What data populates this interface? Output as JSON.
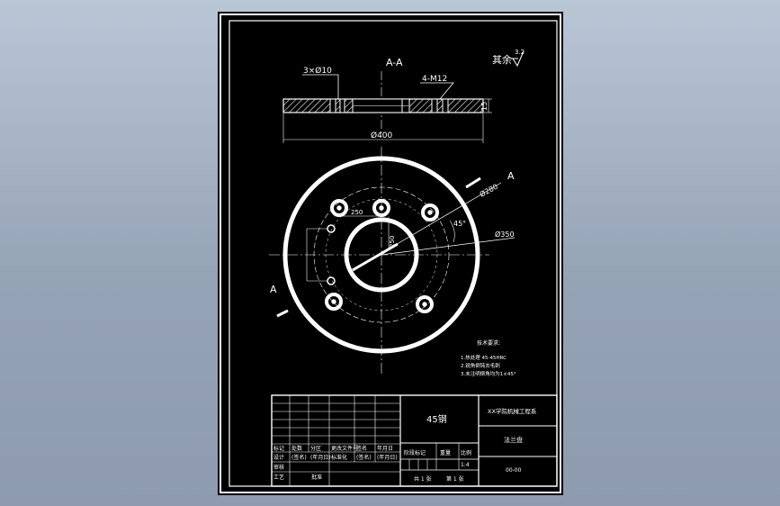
{
  "drawing": {
    "section_label": "A-A",
    "view_arrow_label_right": "A",
    "view_arrow_label_left": "A",
    "roughness_note": "其余",
    "roughness_value": "3.2",
    "dims": {
      "holes_3": "3×Ø10",
      "holes_4": "4-M12",
      "thickness": "15",
      "outer_dia": "Ø400",
      "bolt_circle_280": "Ø280",
      "bolt_circle_350": "Ø350",
      "angle": "45°",
      "spacing_horizontal": "250",
      "spacing_vertical": "250"
    },
    "tech_requirements": {
      "heading": "技术要求:",
      "lines": [
        "1.热处理 45-45HRC",
        "2.锐角倒钝去毛刺",
        "3.未注明倒角均为1×45°"
      ]
    }
  },
  "title_block": {
    "material": "45钢",
    "school": "XX学院机械工程系",
    "part_name": "法兰盘",
    "drawing_no": "00-00",
    "headers_row": [
      "标记",
      "处数",
      "分区",
      "更改文件号",
      "签名",
      "年月日"
    ],
    "headers_row2": [
      "设计",
      "(签名)",
      "(年月日)",
      "标准化",
      "(签名)",
      "(年月日)"
    ],
    "approval_rows": [
      "审核",
      "工艺",
      "批准"
    ],
    "stage_label": "阶段标记",
    "weight_label": "重量",
    "scale_label": "比例",
    "scale_value": "1:4",
    "sheet_total": "共 1 张",
    "sheet_no": "第 1 张"
  }
}
